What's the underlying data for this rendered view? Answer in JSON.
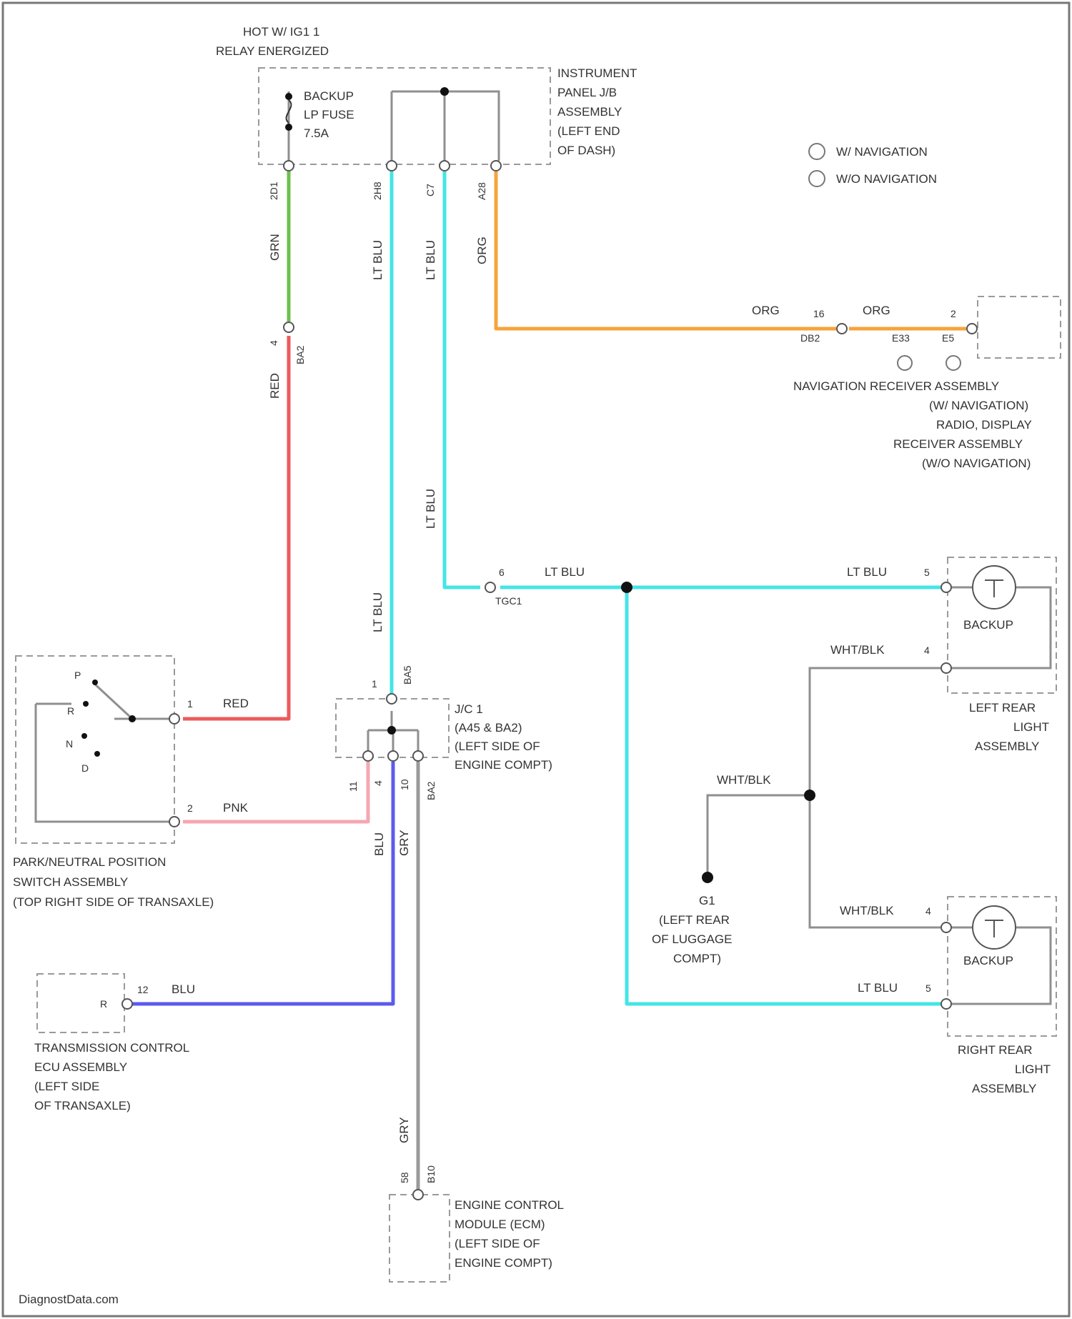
{
  "colors": {
    "gry": "#9a9a9a",
    "grn": "#6fbf4f",
    "red": "#ec5b5b",
    "ltblu": "#45e5e5",
    "org": "#f7a33c",
    "pnk": "#f5a6b2",
    "blu": "#5b5bef"
  },
  "header": {
    "line1": "HOT W/ IG1 1",
    "line2": "RELAY ENERGIZED"
  },
  "ipjb": {
    "fuse_line1": "BACKUP",
    "fuse_line2": "LP FUSE",
    "fuse_line3": "7.5A",
    "name_lines": [
      "INSTRUMENT",
      "PANEL J/B",
      "ASSEMBLY",
      "(LEFT END",
      "OF DASH)"
    ],
    "pins": [
      "2D1",
      "2H8",
      "C7",
      "A28"
    ]
  },
  "legend": {
    "item1": "W/ NAVIGATION",
    "item2": "W/O NAVIGATION"
  },
  "wires": {
    "grn": "GRN",
    "red": "RED",
    "ltblu": "LT BLU",
    "org": "ORG",
    "pnk": "PNK",
    "blu": "BLU",
    "gry": "GRY",
    "wht_blk": "WHT/BLK"
  },
  "pins": {
    "ba2_4": "4",
    "ba2": "BA2",
    "ipnp_1": "1",
    "ipnp_2": "2",
    "c1_6": "6",
    "c1_id": "TGC1",
    "j1_top": "1",
    "j1_top_id": "BA5",
    "j1_a": "11",
    "j1_b": "4",
    "j1_c": "10",
    "j1_d": "BA2",
    "nav_c_16": "16",
    "nav_c_id": "DB2",
    "nav_2": "2",
    "nav_e33": "E33",
    "nav_e5": "E5",
    "llb_5": "5",
    "llb_4": "4",
    "rlb_4": "4",
    "rlb_5": "5",
    "tcu_12": "12",
    "ecm_58": "58",
    "ecm_id": "B10",
    "tcu_r": "R"
  },
  "components": {
    "pnp_switch": [
      "PARK/NEUTRAL POSITION",
      "SWITCH ASSEMBLY",
      "(TOP RIGHT SIDE OF TRANSAXLE)"
    ],
    "pnp_positions": [
      "P",
      "R",
      "N",
      "D"
    ],
    "junction": [
      "J/C 1",
      "(A45 & BA2)",
      "(LEFT SIDE OF",
      "ENGINE COMPT)"
    ],
    "nav_receiver": [
      "NAVIGATION RECEIVER ASSEMBLY",
      "(W/ NAVIGATION)",
      "RADIO, DISPLAY",
      "RECEIVER ASSEMBLY",
      "(W/O NAVIGATION)"
    ],
    "left_rear": [
      "LEFT REAR",
      "LIGHT",
      "ASSEMBLY"
    ],
    "right_rear": [
      "RIGHT REAR",
      "LIGHT",
      "ASSEMBLY"
    ],
    "backup_left": "BACKUP",
    "backup_right": "BACKUP",
    "ground": [
      "G1",
      "(LEFT REAR",
      "OF LUGGAGE",
      "COMPT)"
    ],
    "tcu": [
      "TRANSMISSION CONTROL",
      "ECU ASSEMBLY",
      "(LEFT SIDE",
      "OF TRANSAXLE)"
    ],
    "ecm": [
      "ENGINE CONTROL",
      "MODULE (ECM)",
      "(LEFT SIDE OF",
      "ENGINE COMPT)"
    ]
  },
  "footer": {
    "watermark": "DiagnostData.com"
  }
}
